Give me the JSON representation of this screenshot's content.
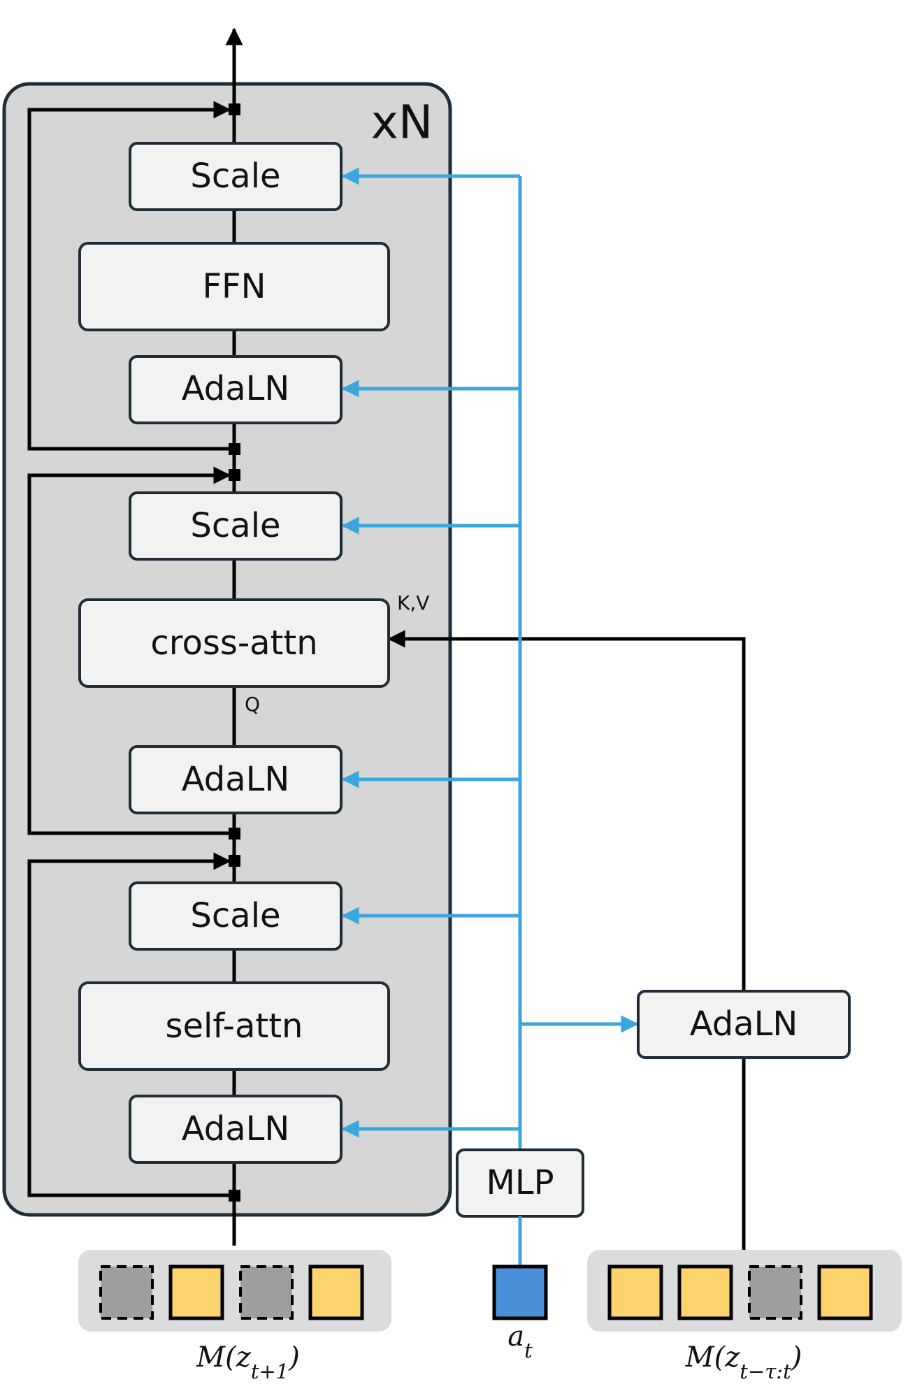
{
  "repeat_label": "xN",
  "blocks": {
    "scale_top": "Scale",
    "ffn": "FFN",
    "adaln_top": "AdaLN",
    "scale_mid": "Scale",
    "cross_attn": "cross-attn",
    "adaln_mid": "AdaLN",
    "scale_bot": "Scale",
    "self_attn": "self-attn",
    "adaln_bot": "AdaLN",
    "adaln_context": "AdaLN",
    "mlp": "MLP"
  },
  "port_labels": {
    "kv": "K,V",
    "q": "Q"
  },
  "inputs": {
    "target_tokens": [
      "masked",
      "visible",
      "masked",
      "visible"
    ],
    "target_label": "M(z",
    "target_sub": "t+1",
    "action_label": "a",
    "action_sub": "t",
    "context_tokens": [
      "visible",
      "visible",
      "masked",
      "visible"
    ],
    "context_label": "M(z",
    "context_sub": "t−τ:t"
  },
  "colors": {
    "container_fill": "#d6d6d6",
    "block_fill": "#f2f2f2",
    "condition_line": "#3aa6dd",
    "visible_token": "#fdd36e",
    "masked_token": "#9e9e9e",
    "action_token": "#4a90d9"
  }
}
